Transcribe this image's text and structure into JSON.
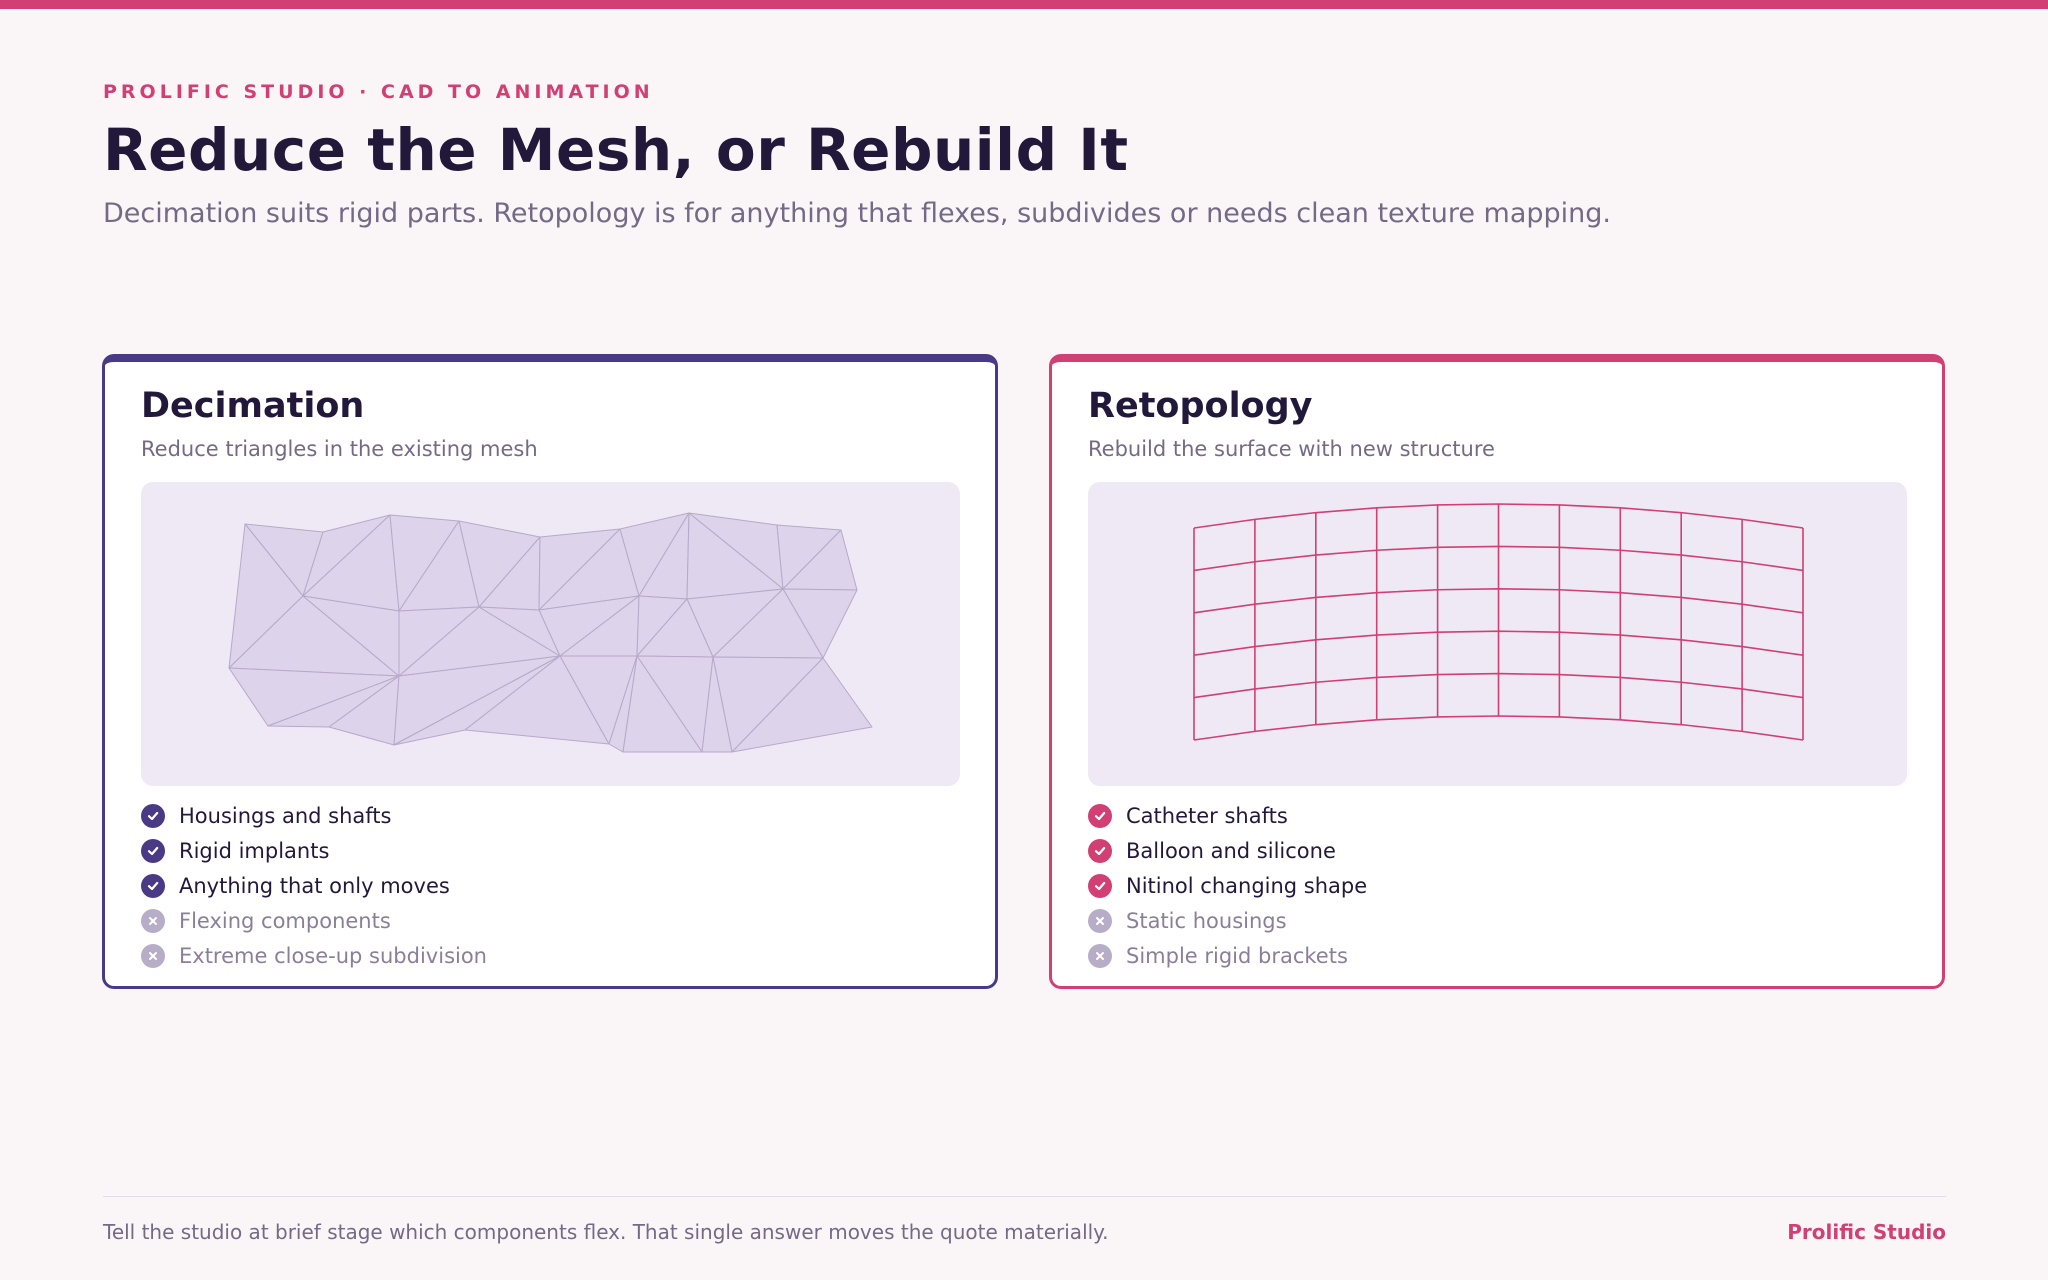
{
  "header": {
    "eyebrow": "PROLIFIC STUDIO · CAD TO ANIMATION",
    "title": "Reduce the Mesh, or Rebuild It",
    "subtitle": "Decimation suits rigid parts. Retopology is for anything that flexes, subdivides or needs clean texture mapping."
  },
  "cards": [
    {
      "title": "Decimation",
      "subtitle": "Reduce triangles in the existing mesh",
      "accent": "#4a3a86",
      "illustration": "triangulated-mesh",
      "pros": [
        "Housings and shafts",
        "Rigid implants",
        "Anything that only moves"
      ],
      "cons": [
        "Flexing components",
        "Extreme close-up subdivision"
      ]
    },
    {
      "title": "Retopology",
      "subtitle": "Rebuild the surface with new structure",
      "accent": "#d13f73",
      "illustration": "quad-grid-mesh",
      "pros": [
        "Catheter shafts",
        "Balloon and silicone",
        "Nitinol changing shape"
      ],
      "cons": [
        "Static housings",
        "Simple rigid brackets"
      ]
    }
  ],
  "icons": {
    "pro": "check-circle-icon",
    "con": "x-circle-icon"
  },
  "colors": {
    "brand": "#d13f73",
    "purple": "#4a3a86",
    "ink": "#22183a",
    "muted": "#746a86",
    "disabled": "#b7adc6",
    "panel": "#efe9f6"
  },
  "footer": {
    "note": "Tell the studio at brief stage which components flex. That single answer moves the quote materially.",
    "brand": "Prolific Studio"
  }
}
